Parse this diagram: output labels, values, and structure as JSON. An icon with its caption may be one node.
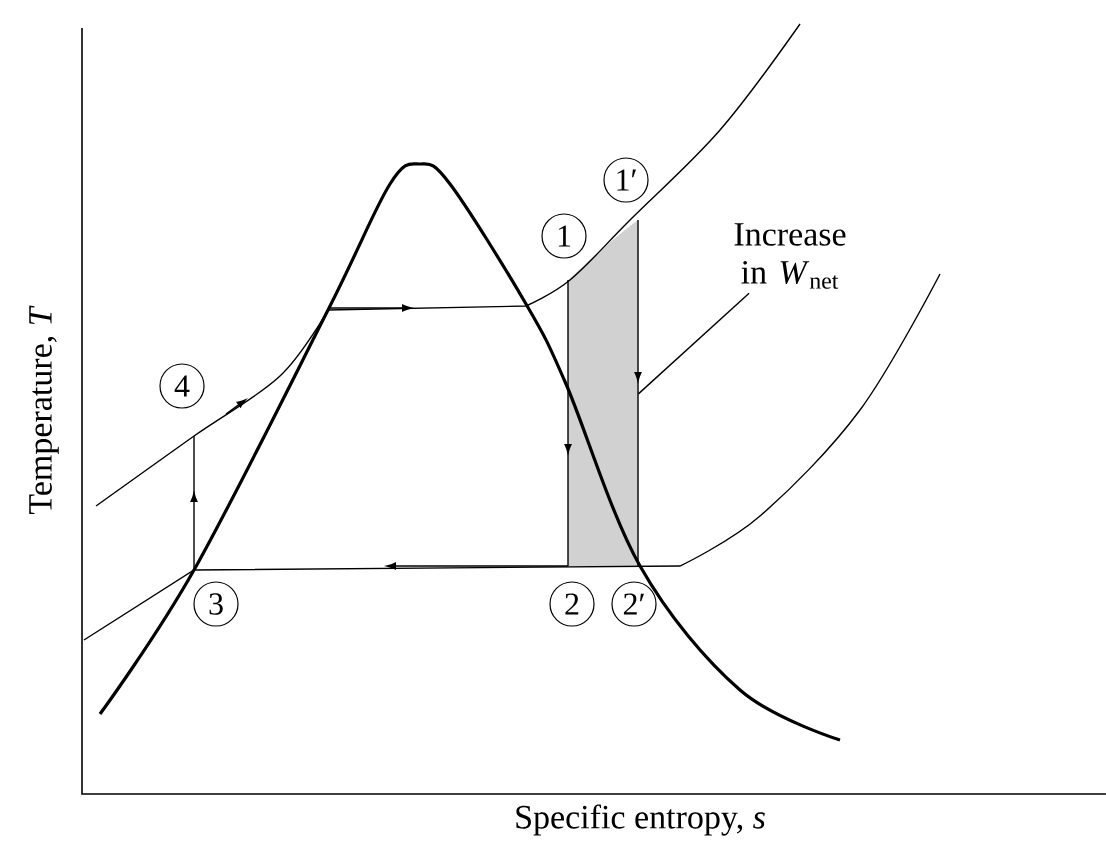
{
  "diagram": {
    "nodes": [
      {
        "text": [
          "Increase in *W*$_{net}$"
        ]
      },
      {
        "text": [],
        "shape": "box"
      }
    ],
    "edges": [
      {
        "from": 0,
        "to": 1,
        "arrow": "none"
      }
    ],
    "labels": [
      "1′",
      "1",
      "4",
      "3",
      "2",
      "2′",
      "Temperature, *T*",
      "Specific entropy, *s*"
    ]
  }
}
